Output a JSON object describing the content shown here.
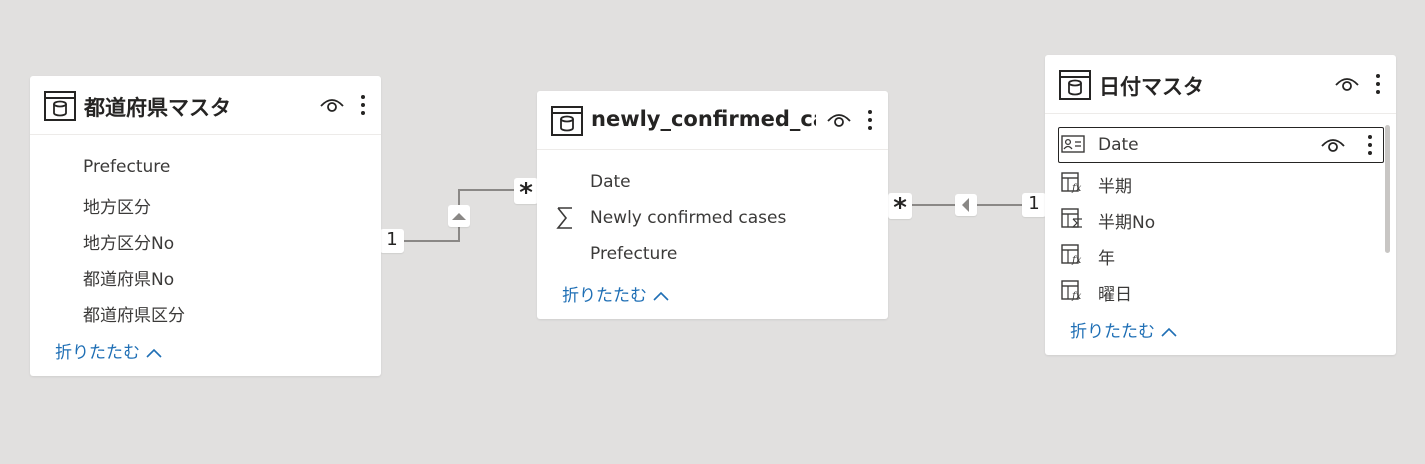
{
  "tables": [
    {
      "title": "都道府県マスタ",
      "fields": [
        {
          "label": "Prefecture",
          "icon": "none"
        },
        {
          "label": "地方区分",
          "icon": "none"
        },
        {
          "label": "地方区分No",
          "icon": "none"
        },
        {
          "label": "都道府県No",
          "icon": "none"
        },
        {
          "label": "都道府県区分",
          "icon": "none"
        }
      ],
      "collapse_label": "折りたたむ"
    },
    {
      "title": "newly_confirmed_cas...",
      "fields": [
        {
          "label": "Date",
          "icon": "none"
        },
        {
          "label": "Newly confirmed cases",
          "icon": "sigma-icon"
        },
        {
          "label": "Prefecture",
          "icon": "none"
        }
      ],
      "collapse_label": "折りたたむ"
    },
    {
      "title": "日付マスタ",
      "fields": [
        {
          "label": "Date",
          "icon": "key-field-icon"
        },
        {
          "label": "半期",
          "icon": "calculated-column-icon"
        },
        {
          "label": "半期No",
          "icon": "sum-column-icon"
        },
        {
          "label": "年",
          "icon": "calculated-column-icon"
        },
        {
          "label": "曜日",
          "icon": "calculated-column-icon"
        }
      ],
      "collapse_label": "折りたたむ"
    }
  ],
  "relationships": [
    {
      "from": "都道府県マスタ",
      "to": "newly_confirmed_cases",
      "from_cardinality": "1",
      "to_cardinality": "*"
    },
    {
      "from": "日付マスタ",
      "to": "newly_confirmed_cases",
      "from_cardinality": "1",
      "to_cardinality": "*"
    }
  ],
  "colors": {
    "canvas": "#e1e0df",
    "link": "#1f6fb5",
    "line": "#8a8886"
  }
}
